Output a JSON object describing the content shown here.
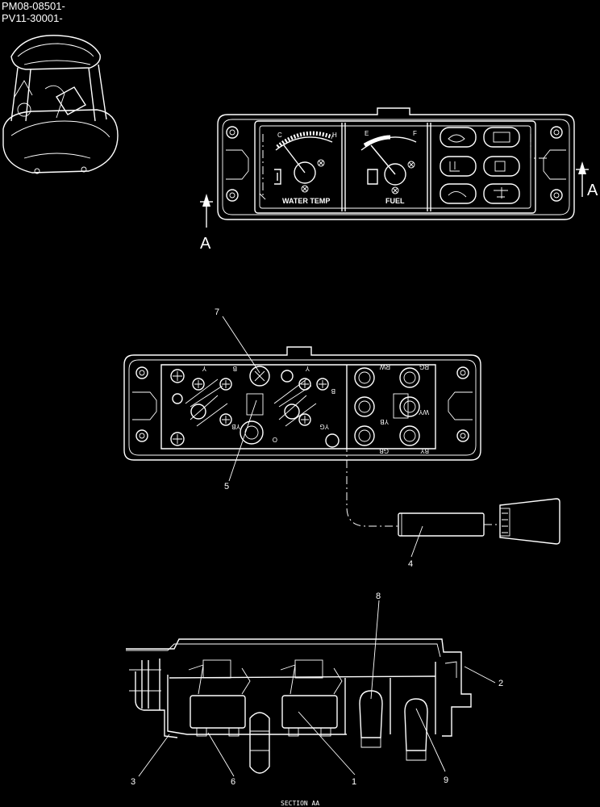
{
  "header": {
    "line1": "PM08-08501-",
    "line2": "PV11-30001-"
  },
  "gauges": {
    "water_temp_label": "WATER TEMP",
    "fuel_label": "FUEL",
    "water_low": "C",
    "water_high": "H",
    "fuel_low": "E",
    "fuel_high": "F"
  },
  "section_markers": {
    "left": "A",
    "right": "A"
  },
  "callouts": {
    "c1": "1",
    "c2": "2",
    "c3": "3",
    "c4": "4",
    "c5": "5",
    "c6": "6",
    "c7": "7",
    "c8": "8",
    "c9": "9"
  },
  "wire_codes": {
    "y1": "Y",
    "b1": "B",
    "y2": "Y",
    "b2": "B",
    "yb1": "YB",
    "yg": "YG",
    "o": "O",
    "rw": "RW",
    "rg": "RG",
    "yb2": "YB",
    "wy": "WY",
    "gb": "GB",
    "by": "BY"
  },
  "section_caption": "SECTION AA",
  "colors": {
    "background": "#000000",
    "line": "#ffffff"
  }
}
